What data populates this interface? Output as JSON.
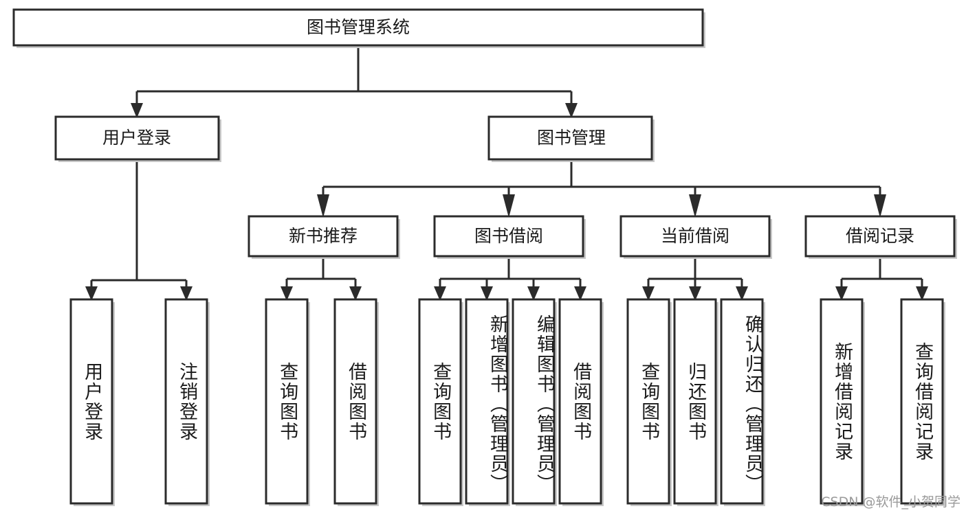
{
  "diagram": {
    "title": "图书管理系统",
    "type": "tree",
    "watermark": "CSDN @软件_小贺同学",
    "colors": {
      "box_fill": "#ffffff",
      "box_stroke": "#2b2b2b",
      "text": "#1a1a1a",
      "watermark": "#9a9a9a"
    },
    "levels": {
      "root": {
        "label": "图书管理系统"
      },
      "level2": [
        {
          "label": "用户登录"
        },
        {
          "label": "图书管理"
        }
      ],
      "level3": [
        {
          "label": "新书推荐"
        },
        {
          "label": "图书借阅"
        },
        {
          "label": "当前借阅"
        },
        {
          "label": "借阅记录"
        }
      ],
      "leaves": [
        {
          "label": "用户登录",
          "parent": "用户登录"
        },
        {
          "label": "注销登录",
          "parent": "用户登录"
        },
        {
          "label": "查询图书",
          "parent": "新书推荐"
        },
        {
          "label": "借阅图书",
          "parent": "新书推荐"
        },
        {
          "label": "查询图书",
          "parent": "图书借阅"
        },
        {
          "label": "新增图书（管理员）",
          "parent": "图书借阅"
        },
        {
          "label": "编辑图书（管理员）",
          "parent": "图书借阅"
        },
        {
          "label": "借阅图书",
          "parent": "图书借阅"
        },
        {
          "label": "查询图书",
          "parent": "当前借阅"
        },
        {
          "label": "归还图书",
          "parent": "当前借阅"
        },
        {
          "label": "确认归还（管理员）",
          "parent": "当前借阅"
        },
        {
          "label": "新增借阅记录",
          "parent": "借阅记录"
        },
        {
          "label": "查询借阅记录",
          "parent": "借阅记录"
        }
      ]
    }
  }
}
